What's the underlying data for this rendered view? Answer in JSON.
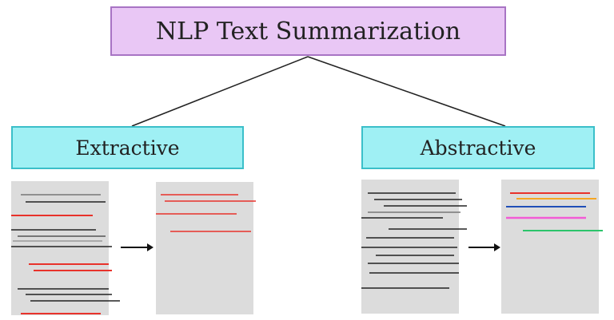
{
  "title": "NLP Text Summarization",
  "categories": {
    "extractive": "Extractive",
    "abstractive": "Abstractive"
  },
  "colors": {
    "title_fill": "#e9c7f5",
    "title_border": "#a874c4",
    "category_fill": "#9ff0f4",
    "category_border": "#3bbfc9",
    "document": "#dcdcdc",
    "text_line": "#222222",
    "highlight": "#e8322b",
    "orange": "#f5a623",
    "blue": "#1f4fb8",
    "pink": "#f25bd6",
    "green": "#2cc46b"
  }
}
